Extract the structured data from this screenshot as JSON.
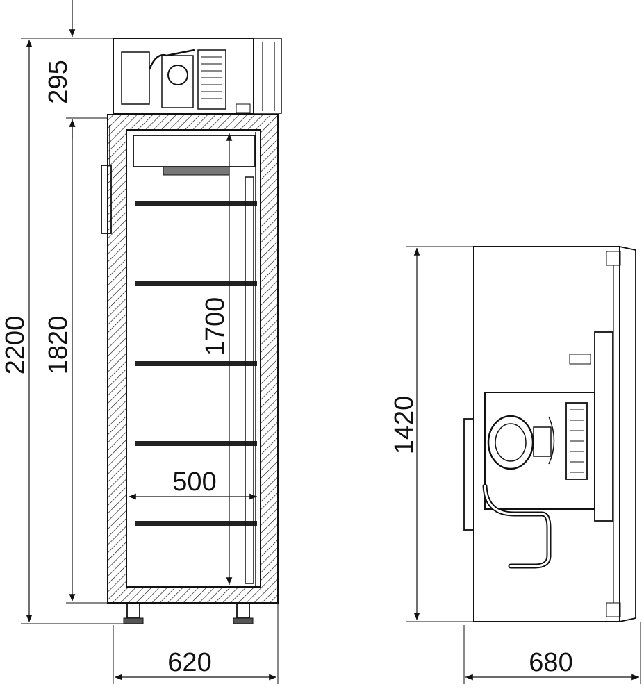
{
  "dimensions": {
    "overall_height": "2200",
    "body_height": "1820",
    "top_unit_height": "295",
    "interior_height": "1700",
    "interior_width": "500",
    "front_width": "620",
    "side_height": "1420",
    "side_width": "680"
  },
  "colors": {
    "ink": "#111111",
    "background": "#ffffff"
  }
}
